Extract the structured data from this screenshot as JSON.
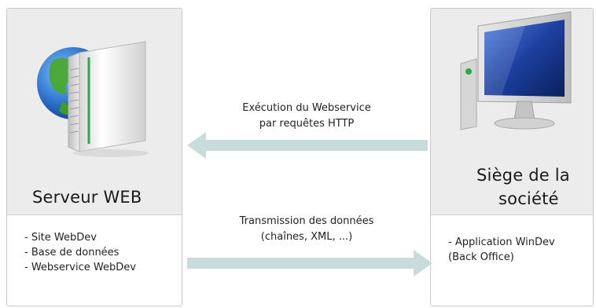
{
  "left_panel": {
    "title": "Serveur WEB",
    "items": [
      "- Site WebDev",
      "- Base de données",
      "- Webservice WebDev"
    ],
    "icon": "web-server-globe-icon"
  },
  "right_panel": {
    "title_line1": "Siège de la",
    "title_line2": "société",
    "items": [
      "- Application WinDev",
      "(Back Office)"
    ],
    "icon": "desktop-computer-icon"
  },
  "arrows": {
    "top": {
      "label_line1": "Exécution du Webservice",
      "label_line2": "par requêtes HTTP",
      "direction": "left"
    },
    "bottom": {
      "label_line1": "Transmission des données",
      "label_line2": "(chaînes, XML, ...)",
      "direction": "right"
    }
  },
  "colors": {
    "panel_top": "#ececec",
    "arrow": "#c9dcdc",
    "globe_land": "#4aa82f",
    "globe_sea": "#2a6fc9",
    "server": "#f4f4f4",
    "server_led": "#2fa84a",
    "screen": "#1d3f9e"
  }
}
